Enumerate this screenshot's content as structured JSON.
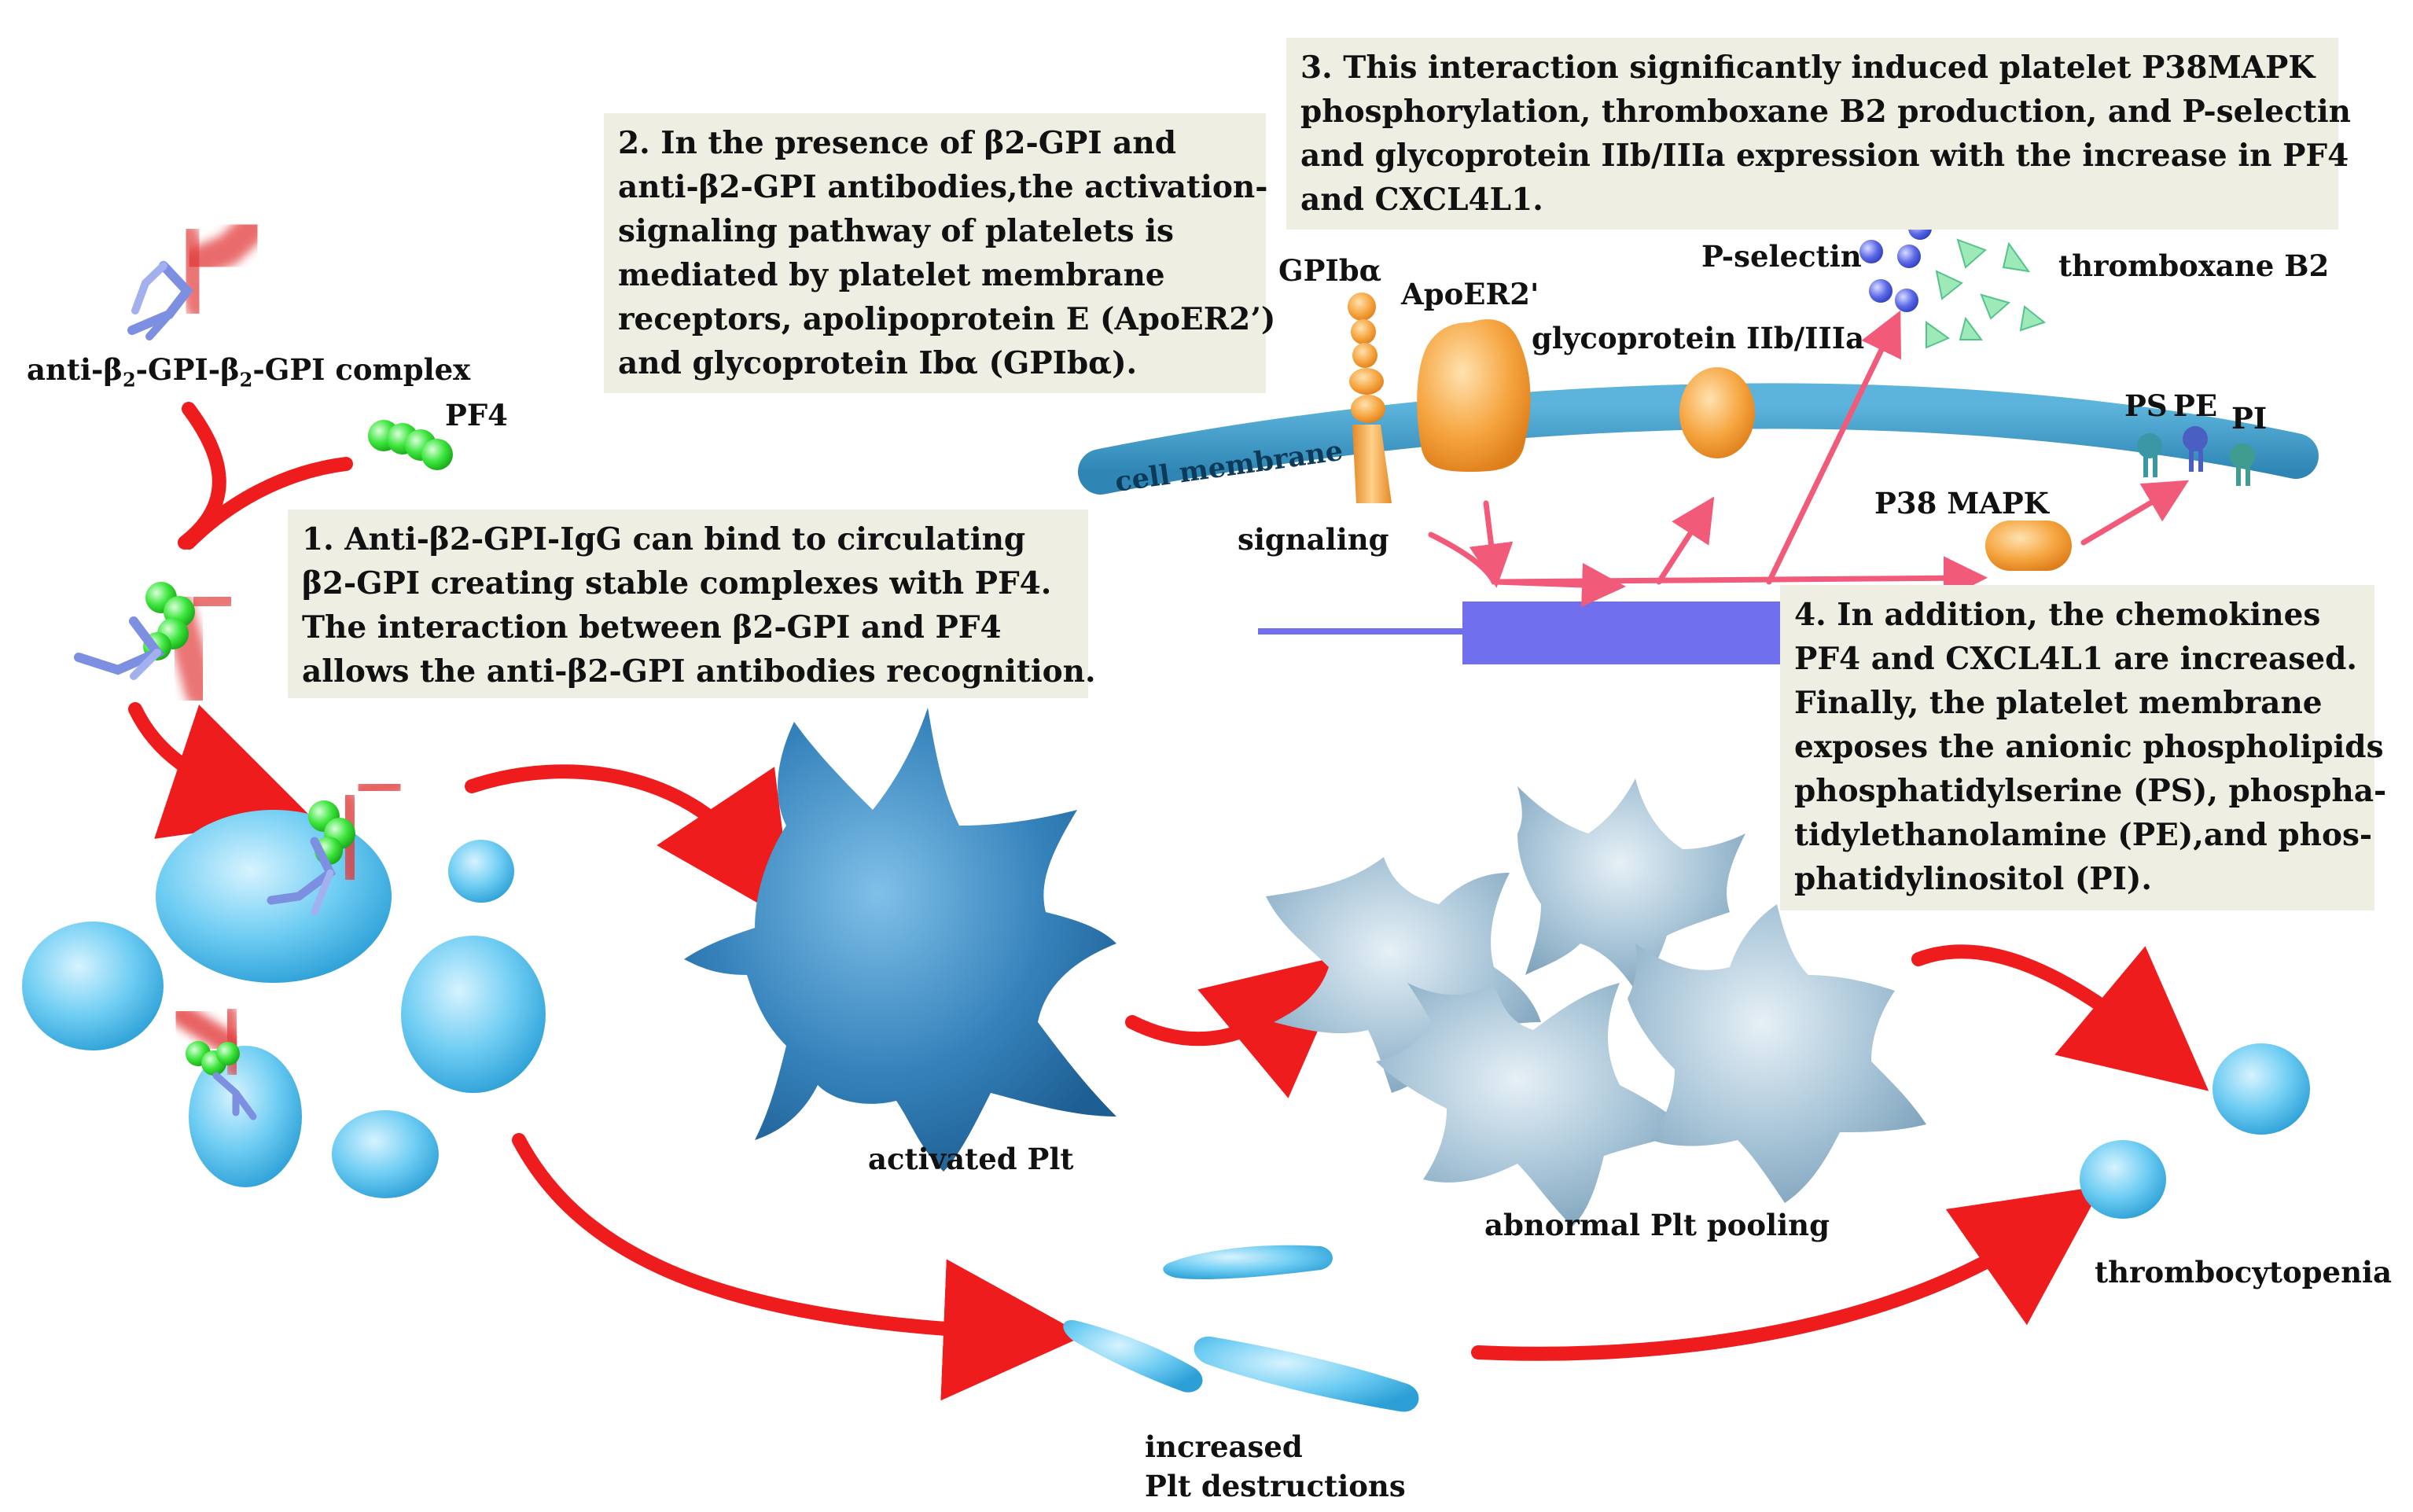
{
  "boxes": {
    "box1": {
      "lines": [
        "1. Anti-β2-GPI-IgG can bind to circulating",
        "β2-GPI creating stable complexes with PF4.",
        "The interaction between β2-GPI and PF4",
        "allows the anti-β2-GPI antibodies recognition."
      ]
    },
    "box2": {
      "lines": [
        "2. In the presence of β2-GPI and",
        "anti-β2-GPI antibodies,the activation-",
        "signaling pathway of platelets is",
        "mediated by platelet membrane",
        "receptors, apolipoprotein E (ApoER2’)",
        "and glycoprotein Ibα (GPIbα)."
      ]
    },
    "box3": {
      "lines": [
        "3. This interaction significantly induced platelet P38MAPK",
        "phosphorylation, thromboxane B2 production, and P-selectin",
        "and glycoprotein IIb/IIIa expression with the increase in PF4",
        "and CXCL4L1."
      ]
    },
    "box4": {
      "lines": [
        "4. In addition, the chemokines",
        "PF4 and CXCL4L1 are increased.",
        "Finally, the platelet membrane",
        "exposes the anionic phospholipids",
        "phosphatidylserine (PS), phospha-",
        "tidylethanolamine (PE),and phos-",
        "phatidylinositol (PI)."
      ]
    }
  },
  "labels": {
    "complex_prefix": "anti-β",
    "complex_sub1": "2",
    "complex_mid": "-GPI-β",
    "complex_sub2": "2",
    "complex_suffix": "-GPI complex",
    "pf4": "PF4",
    "gpib": "GPIbα",
    "apoer2": "ApoER2'",
    "gp2b3a": "glycoprotein IIb/IIIa",
    "pselectin": "P-selectin",
    "thromboxane": "thromboxane B2",
    "ps": "PS",
    "pe": "PE",
    "pi": "PI",
    "cell_membrane": "cell membrane",
    "signaling": "signaling",
    "p38": "P38 MAPK",
    "activated": "activated Plt",
    "pooling": "abnormal Plt pooling",
    "destruction_1": "increased",
    "destruction_2": "Plt destructions",
    "thrombocytopenia": "thrombocytopenia"
  },
  "colors": {
    "arrow_red": "#ee1c1c",
    "signal_pink": "#f25a7a",
    "membrane_blue": "#3f9cc8",
    "platelet_blue": "#5ec3ee",
    "activated_blue": "#3a87bd",
    "pooled_gray_blue": "#a9c6d8",
    "receptor_orange": "#f4a53d",
    "pf4_green": "#3ddc3d",
    "box_bg": "#efeee3",
    "bar_purple": "#7070ee"
  }
}
